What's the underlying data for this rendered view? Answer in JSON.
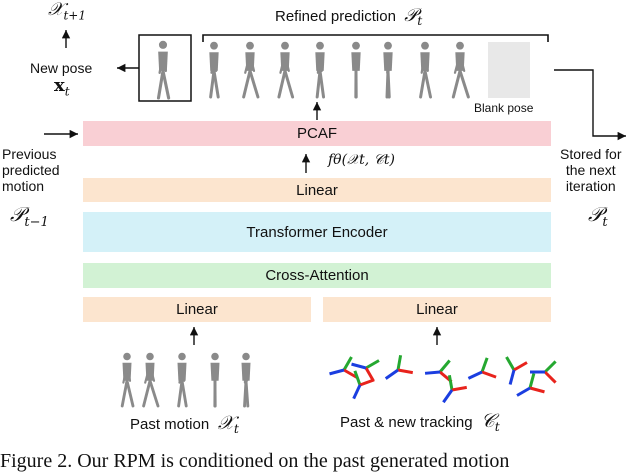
{
  "top": {
    "refined_prediction": "Refined prediction",
    "refined_symbol": "𝒫",
    "refined_sub": "t",
    "blank_pose": "Blank pose"
  },
  "left": {
    "x_next": "𝒳",
    "x_next_sub": "t+1",
    "new_pose": "New pose",
    "new_pose_symbol": "x",
    "new_pose_sub": "t",
    "previous_line1": "Previous",
    "previous_line2": "predicted",
    "previous_line3": "motion",
    "previous_symbol": "𝒫",
    "previous_sub": "t−1"
  },
  "right": {
    "stored_line1": "Stored for",
    "stored_line2": "the next",
    "stored_line3": "iteration",
    "stored_symbol": "𝒫",
    "stored_sub": "t"
  },
  "blocks": {
    "pcaf": "PCAF",
    "f_theta": "fθ(𝒳t, 𝒞t)",
    "linear_top": "Linear",
    "transformer": "Transformer Encoder",
    "cross_attention": "Cross-Attention",
    "linear_left": "Linear",
    "linear_right": "Linear"
  },
  "bottom": {
    "past_motion": "Past motion",
    "past_motion_symbol": "𝒳",
    "past_motion_sub": "t",
    "past_tracking": "Past & new tracking",
    "past_tracking_symbol": "𝒞",
    "past_tracking_sub": "t"
  },
  "caption": "Figure 2.  Our RPM is conditioned on the past generated motion",
  "colors": {
    "pcaf": "#f9cfd4",
    "linear": "#fce5cf",
    "transformer": "#d4f1f8",
    "cross_attention": "#d2f2d4",
    "blank_pose": "#e8e8e8",
    "figure": "#8a8a8a",
    "axis_red": "#e8231c",
    "axis_green": "#25a830",
    "axis_blue": "#1b3ee0"
  }
}
